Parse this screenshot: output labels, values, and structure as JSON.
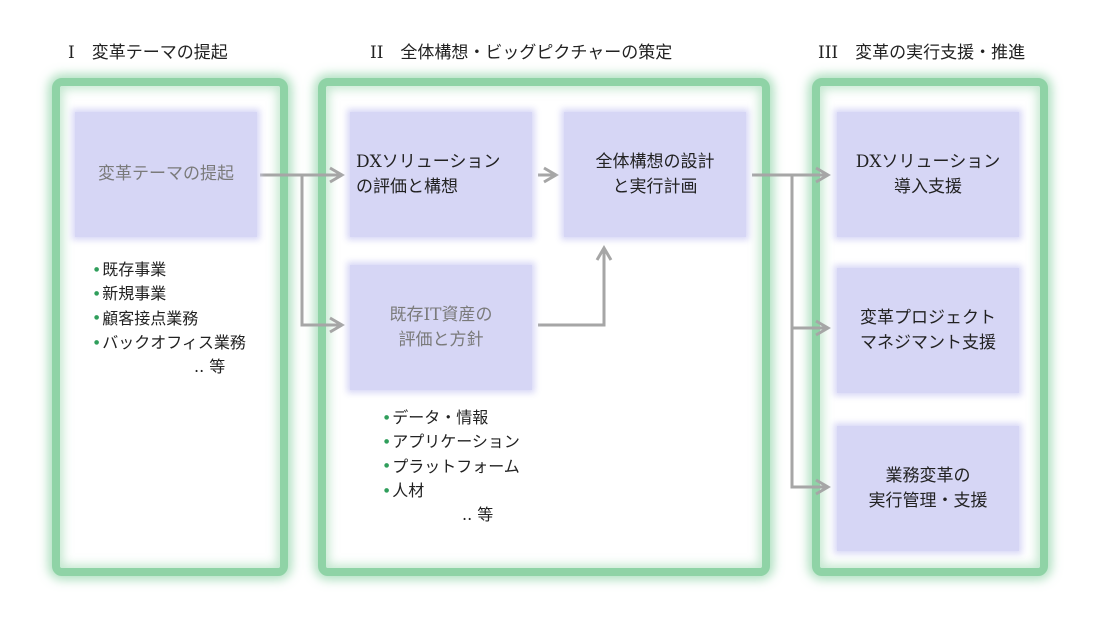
{
  "phases": [
    {
      "title": "I　変革テーマの提起"
    },
    {
      "title": "II　全体構想・ビッグピクチャーの策定"
    },
    {
      "title": "III　変革の実行支援・推進"
    }
  ],
  "boxes": {
    "theme": {
      "lines": [
        "変革テーマの提起"
      ]
    },
    "dx_eval": {
      "lines": [
        "DXソリューション",
        "の評価と構想"
      ]
    },
    "overall": {
      "lines": [
        "全体構想の設計",
        "と実行計画"
      ]
    },
    "it_eval": {
      "lines": [
        "既存IT資産の",
        "評価と方針"
      ]
    },
    "dx_intro": {
      "lines": [
        "DXソリューション",
        "導入支援"
      ]
    },
    "pm": {
      "lines": [
        "変革プロジェクト",
        "マネジマント支援"
      ]
    },
    "ops": {
      "lines": [
        "業務変革の",
        "実行管理・支援"
      ]
    }
  },
  "theme_examples": {
    "items": [
      "既存事業",
      "新規事業",
      "顧客接点業務",
      "バックオフィス業務"
    ],
    "etc": ".. 等"
  },
  "it_examples": {
    "items": [
      "データ・情報",
      "アプリケーション",
      "プラットフォーム",
      "人材"
    ],
    "etc": ".. 等"
  },
  "colors": {
    "panel_border": "#8fd3a6",
    "box_fill": "#d6d6f5",
    "arrow": "#a6a6a6",
    "bullet": "#2f9e5b"
  }
}
